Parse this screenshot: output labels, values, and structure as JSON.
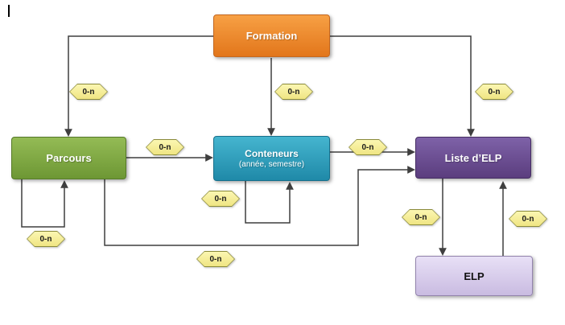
{
  "diagram": {
    "nodes": {
      "formation": {
        "label": "Formation"
      },
      "parcours": {
        "label": "Parcours"
      },
      "conteneurs": {
        "label": "Conteneurs",
        "sublabel": "(année, semestre)"
      },
      "liste_elp": {
        "label": "Liste d’ELP"
      },
      "elp": {
        "label": "ELP"
      }
    },
    "cardinality_labels": {
      "formation_parcours": "0-n",
      "formation_conteneurs": "0-n",
      "formation_liste_elp": "0-n",
      "parcours_conteneurs": "0-n",
      "conteneurs_liste_elp": "0-n",
      "parcours_self": "0-n",
      "conteneurs_self": "0-n",
      "parcours_liste_elp": "0-n",
      "liste_elp_to_elp": "0-n",
      "elp_to_liste_elp": "0-n"
    },
    "colors": {
      "formation": "#e2761b",
      "parcours": "#6d9734",
      "conteneurs": "#1f89a8",
      "liste_elp": "#5b3d7e",
      "elp": "#d5c9ea",
      "hexagon_fill": "#f5efa0",
      "connector": "#3f3f3f"
    }
  }
}
